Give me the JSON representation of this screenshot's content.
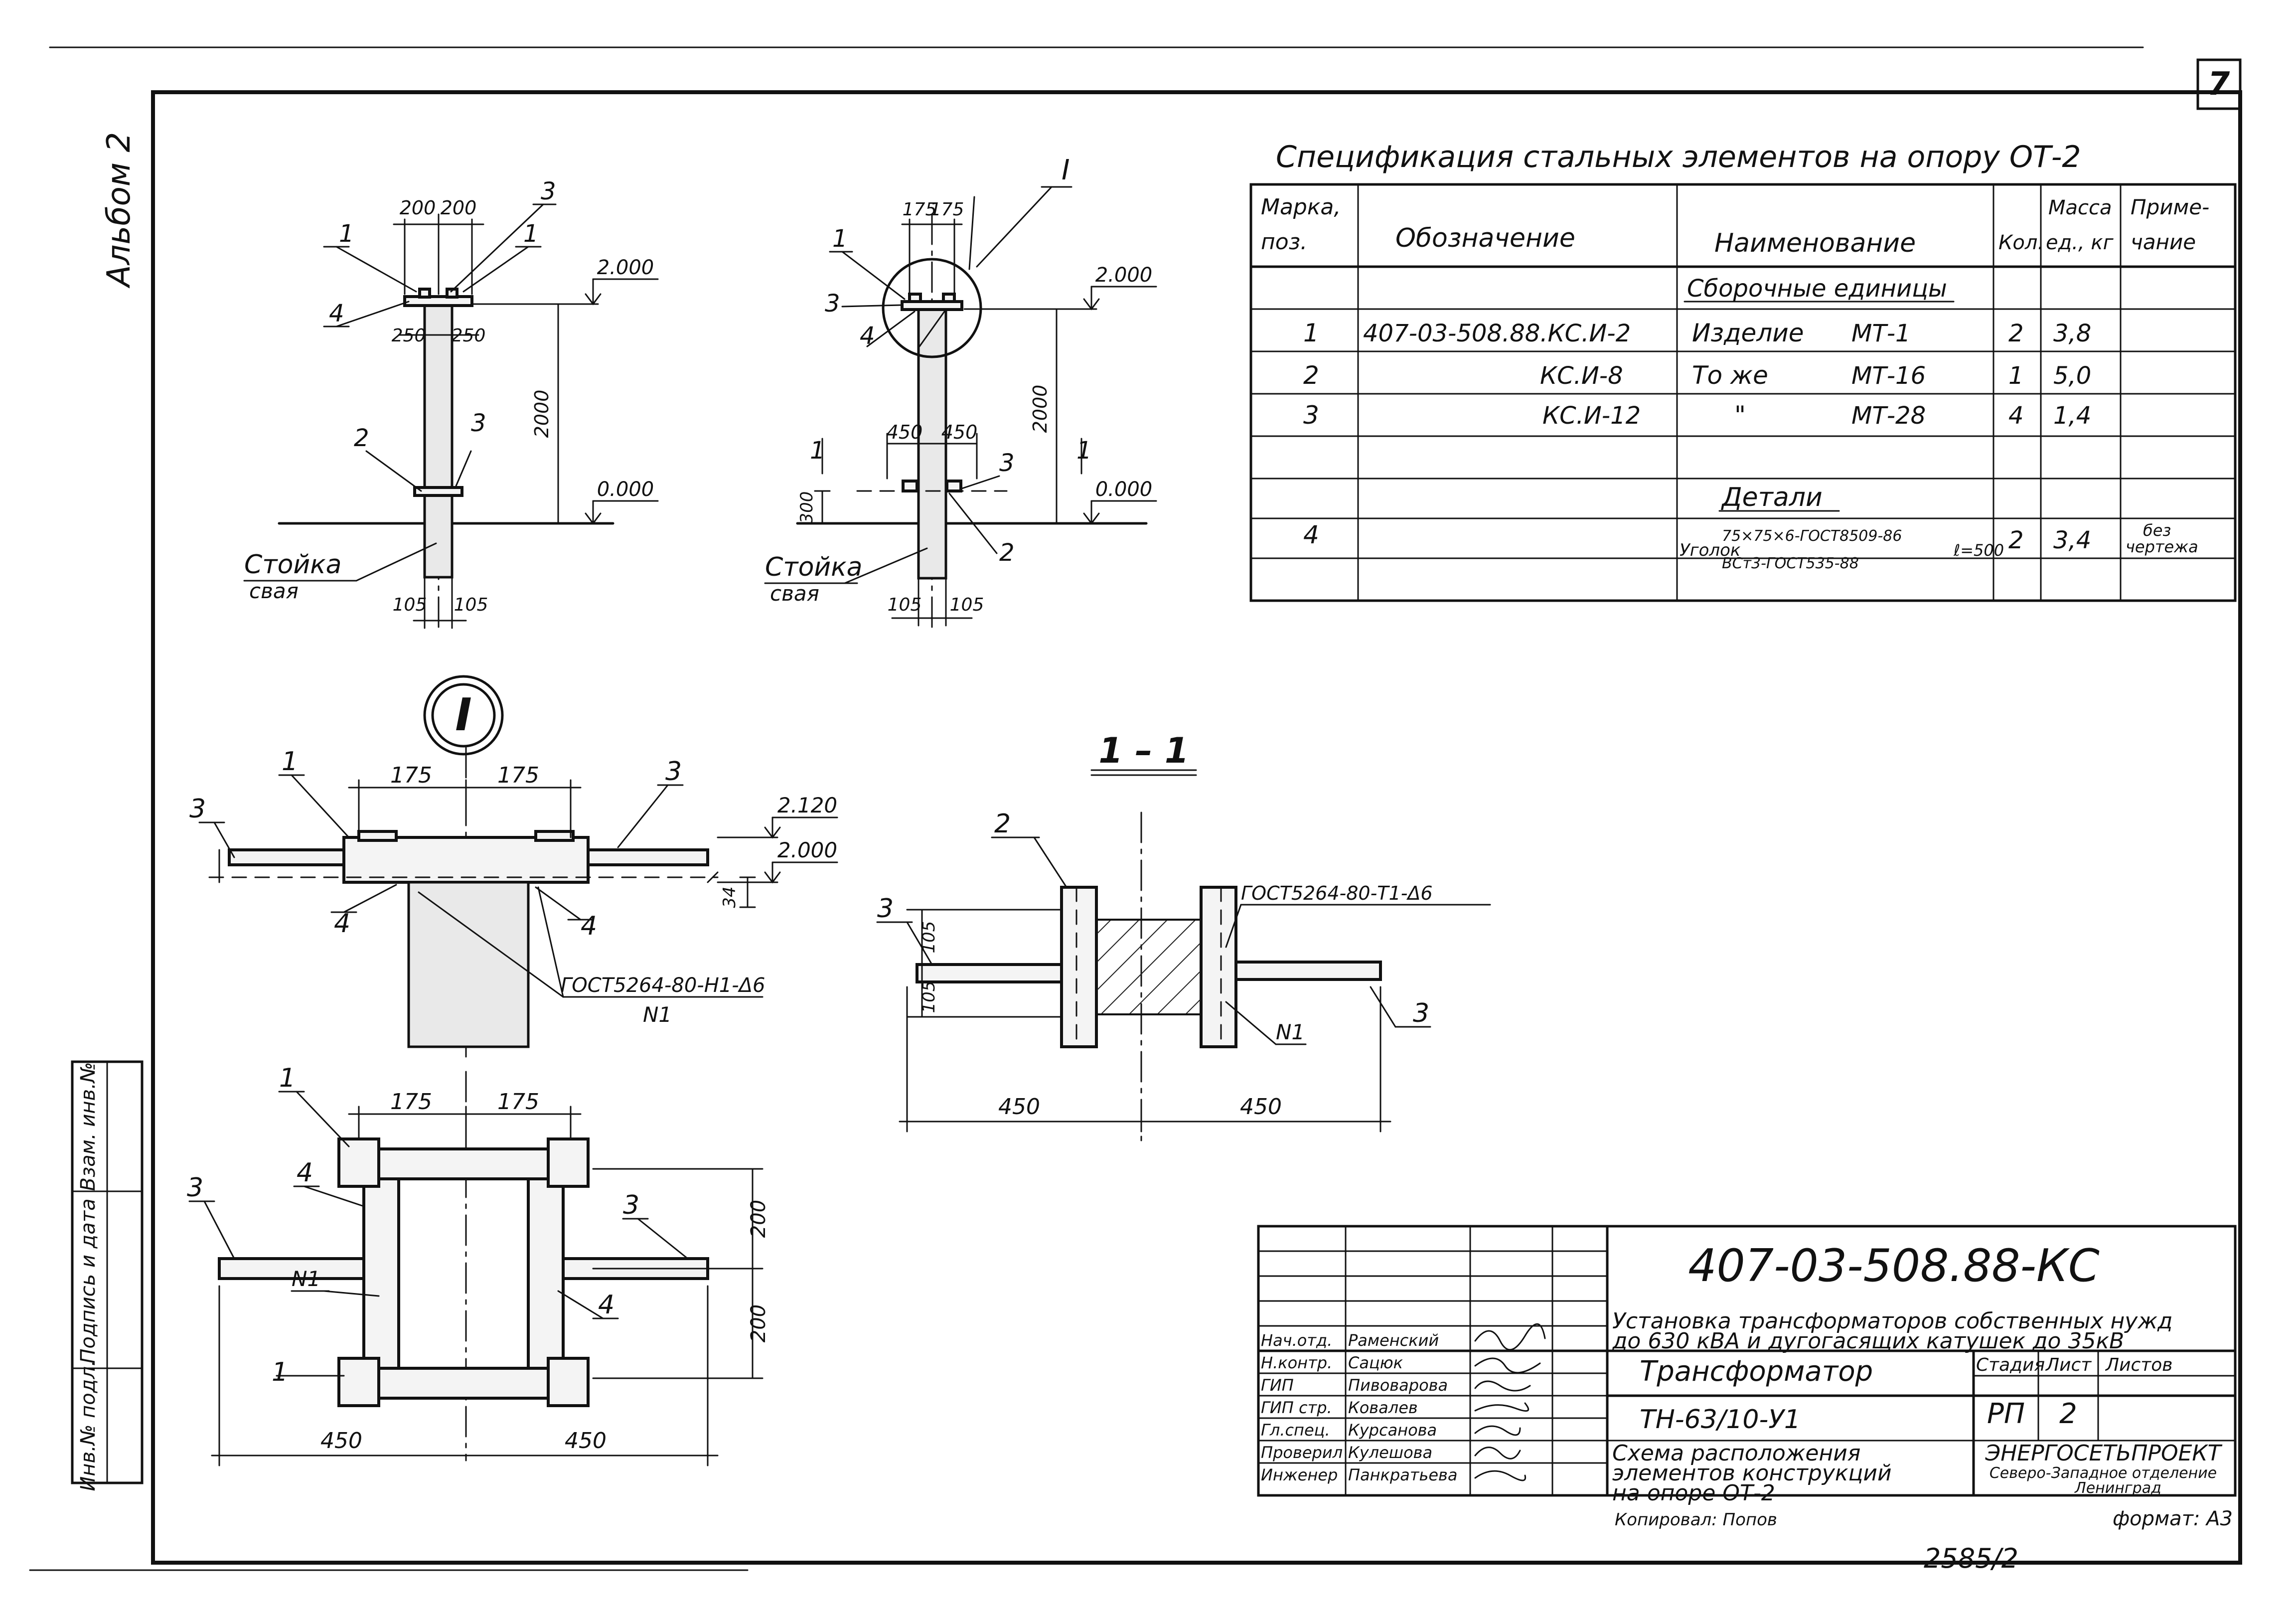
{
  "sheet": {
    "page_number": "7",
    "album_label": "Альбом 2",
    "copied_by": "Копировал: Попов",
    "format": "формат: А3",
    "archive_number": "2585/2",
    "side_stamp": [
      "Инв.№ подл.",
      "Подпись и дата",
      "Взам. инв.№"
    ]
  },
  "spec": {
    "title": "Спецификация стальных элементов на опору ОТ-2",
    "headers": [
      "Марка, поз.",
      "Обозначение",
      "Наименование",
      "Кол.",
      "Масса ед., кг",
      "Приме-чание"
    ],
    "group_assembly": "Сборочные единицы",
    "group_details": "Детали",
    "rows": [
      {
        "pos": "1",
        "designation": "407-03-508.88.КС.И-2",
        "name": "Изделие",
        "mark": "МТ-1",
        "qty": "2",
        "mass": "3,8",
        "note": ""
      },
      {
        "pos": "2",
        "designation": "КС.И-8",
        "name": "То же",
        "mark": "МТ-16",
        "qty": "1",
        "mass": "5,0",
        "note": ""
      },
      {
        "pos": "3",
        "designation": "КС.И-12",
        "name": "\"",
        "mark": "МТ-28",
        "qty": "4",
        "mass": "1,4",
        "note": ""
      },
      {
        "pos": "4",
        "designation": "",
        "name": "Уголок",
        "name_sup": "75×75×6-ГОСТ8509-86",
        "name_sub": "ВСт3-ГОСТ535-88",
        "mark": "ℓ=500",
        "qty": "2",
        "mass": "3,4",
        "note": "без чертежа"
      }
    ]
  },
  "drawings": {
    "pile_label": "Стойка",
    "pile_sub": "свая",
    "elev_2000": "2.000",
    "elev_0000": "0.000",
    "elev_2120": "2.120",
    "height_2000": "2000",
    "dim_200": "200",
    "dim_250": "250",
    "dim_175": "175",
    "dim_450": "450",
    "dim_105": "105",
    "dim_300": "300",
    "dim_34": "34",
    "pos_1": "1",
    "pos_2": "2",
    "pos_3": "3",
    "pos_4": "4",
    "weld_n1": "N1",
    "node_mark": "I",
    "section_label": "1 – 1",
    "section_mark": "1",
    "gost_weld_1": "ГОСТ5264-80-Н1-Δ6",
    "gost_weld_2": "ГОСТ5264-80-Т1-Δ6"
  },
  "title_block": {
    "doc_number": "407-03-508.88-КС",
    "project_title": "Установка трансформаторов собственных нужд до 630 кВА и дугогасящих катушек до 35кВ",
    "object": "Трансформатор",
    "object_model": "ТН-63/10-У1",
    "drawing_title": "Схема расположения элементов конструкций на опоре ОТ-2",
    "stage_header": "Стадия",
    "sheet_header": "Лист",
    "sheets_header": "Листов",
    "stage": "РП",
    "sheet_no": "2",
    "org_name": "ЭНЕРГОСЕТЬПРОЕКТ",
    "org_branch": "Северо-Западное отделение",
    "org_city": "Ленинград",
    "staff": [
      {
        "role": "Нач.отд.",
        "name": "Раменский"
      },
      {
        "role": "Н.контр.",
        "name": "Сацюк"
      },
      {
        "role": "ГИП",
        "name": "Пивоварова"
      },
      {
        "role": "ГИП стр.",
        "name": "Ковалев"
      },
      {
        "role": "Гл.спец.",
        "name": "Курсанова"
      },
      {
        "role": "Проверил",
        "name": "Кулешова"
      },
      {
        "role": "Инженер",
        "name": "Панкратьева"
      }
    ]
  }
}
